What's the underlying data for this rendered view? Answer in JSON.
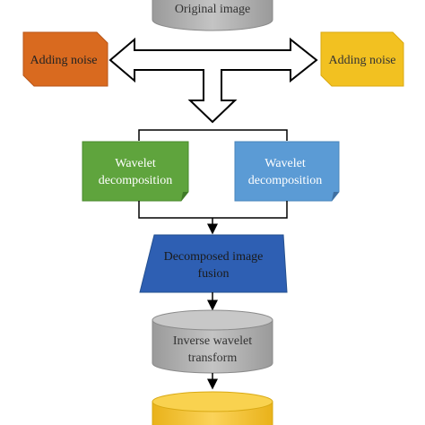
{
  "nodes": {
    "original": {
      "label": "Original image"
    },
    "noise_left": {
      "label": "Adding noise"
    },
    "noise_right": {
      "label": "Adding noise"
    },
    "wavelet_left": {
      "line1": "Wavelet",
      "line2": "decomposition"
    },
    "wavelet_right": {
      "line1": "Wavelet",
      "line2": "decomposition"
    },
    "fusion": {
      "line1": "Decomposed image",
      "line2": "fusion"
    },
    "inverse": {
      "line1": "Inverse wavelet",
      "line2": "transform"
    },
    "output": {
      "label": ""
    }
  },
  "colors": {
    "gray_cylinder": "#b3b3b3",
    "orange_noise": "#d96a1f",
    "yellow_noise": "#f2c121",
    "green_doc": "#5fa43d",
    "blue_doc": "#5b9bd5",
    "fusion_blue": "#2e5fb3",
    "output_yellow": "#f7c948"
  }
}
